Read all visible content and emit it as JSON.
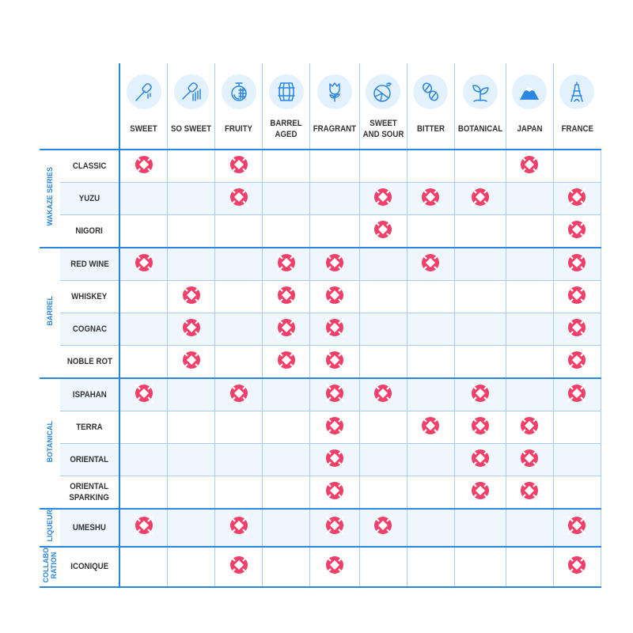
{
  "colors": {
    "accent": "#2a86e0",
    "marker": "#f0406a",
    "row_alt": "#eef7fd",
    "icon_bg": "#e3f1fc"
  },
  "chart_data": {
    "type": "table",
    "columns": [
      {
        "key": "sweet",
        "label": "SWEET",
        "icon": "honey-dipper-icon"
      },
      {
        "key": "so_sweet",
        "label": "SO SWEET",
        "icon": "honey-dipper-drip-icon"
      },
      {
        "key": "fruity",
        "label": "FRUITY",
        "icon": "melon-icon"
      },
      {
        "key": "barrel",
        "label": "BARREL\nAGED",
        "icon": "barrel-icon"
      },
      {
        "key": "fragrant",
        "label": "FRAGRANT",
        "icon": "rose-icon"
      },
      {
        "key": "sweet_sour",
        "label": "SWEET\nAND SOUR",
        "icon": "citrus-icon"
      },
      {
        "key": "bitter",
        "label": "BITTER",
        "icon": "coffee-bean-icon"
      },
      {
        "key": "botanical",
        "label": "BOTANICAL",
        "icon": "leaves-icon"
      },
      {
        "key": "japan",
        "label": "JAPAN",
        "icon": "mount-fuji-icon"
      },
      {
        "key": "france",
        "label": "FRANCE",
        "icon": "eiffel-tower-icon"
      }
    ],
    "groups": [
      {
        "label": "WAKAZE SERIES",
        "rows": [
          {
            "label": "CLASSIC",
            "marks": [
              "sweet",
              "fruity",
              "japan"
            ]
          },
          {
            "label": "YUZU",
            "marks": [
              "fruity",
              "sweet_sour",
              "bitter",
              "botanical",
              "france"
            ]
          },
          {
            "label": "NIGORI",
            "marks": [
              "sweet_sour",
              "france"
            ]
          }
        ]
      },
      {
        "label": "BARREL",
        "rows": [
          {
            "label": "RED WINE",
            "marks": [
              "sweet",
              "barrel",
              "fragrant",
              "bitter",
              "france"
            ]
          },
          {
            "label": "WHISKEY",
            "marks": [
              "so_sweet",
              "barrel",
              "fragrant",
              "france"
            ]
          },
          {
            "label": "COGNAC",
            "marks": [
              "so_sweet",
              "barrel",
              "fragrant",
              "france"
            ]
          },
          {
            "label": "NOBLE ROT",
            "marks": [
              "so_sweet",
              "barrel",
              "fragrant",
              "france"
            ]
          }
        ]
      },
      {
        "label": "BOTANICAL",
        "rows": [
          {
            "label": "ISPAHAN",
            "marks": [
              "sweet",
              "fruity",
              "fragrant",
              "sweet_sour",
              "botanical",
              "france"
            ]
          },
          {
            "label": "TERRA",
            "marks": [
              "fragrant",
              "bitter",
              "botanical",
              "japan"
            ]
          },
          {
            "label": "ORIENTAL",
            "marks": [
              "fragrant",
              "botanical",
              "japan"
            ]
          },
          {
            "label": "ORIENTAL\nSPARKING",
            "marks": [
              "fragrant",
              "botanical",
              "japan"
            ]
          }
        ]
      },
      {
        "label": "LIQUEUR",
        "rows": [
          {
            "label": "UMESHU",
            "marks": [
              "sweet",
              "fruity",
              "fragrant",
              "sweet_sour",
              "france"
            ]
          }
        ]
      },
      {
        "label": "COLLABO\nRATION",
        "rows": [
          {
            "label": "ICONIQUE",
            "marks": [
              "fruity",
              "fragrant",
              "france"
            ]
          }
        ]
      }
    ]
  }
}
